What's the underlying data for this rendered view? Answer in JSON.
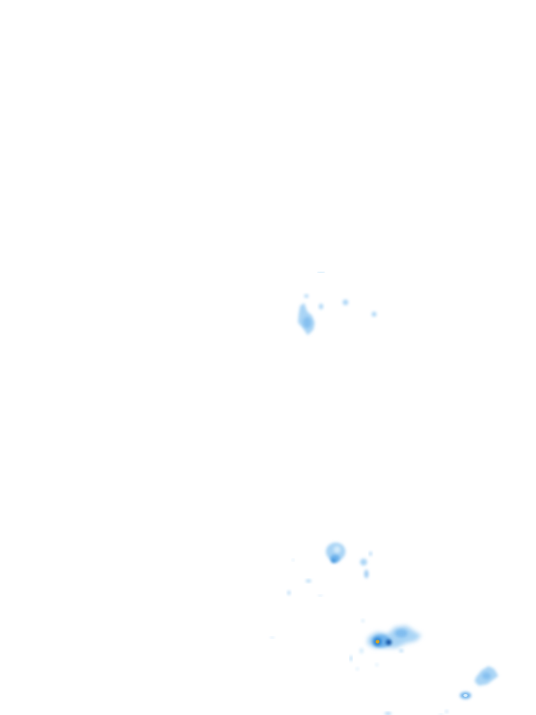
{
  "map": {
    "type": "precipitation-radar-overlay",
    "background_color": "#ffffff",
    "colors": {
      "very_light": "#d6ecfb",
      "light": "#a9d4f5",
      "moderate": "#6fb3ec",
      "heavy": "#2f86d6",
      "very_heavy": "#0d4fa3",
      "peak": "#d9a21b"
    },
    "cell_intensity_levels": [
      "very_light",
      "light",
      "moderate",
      "heavy",
      "very_heavy",
      "peak"
    ]
  }
}
